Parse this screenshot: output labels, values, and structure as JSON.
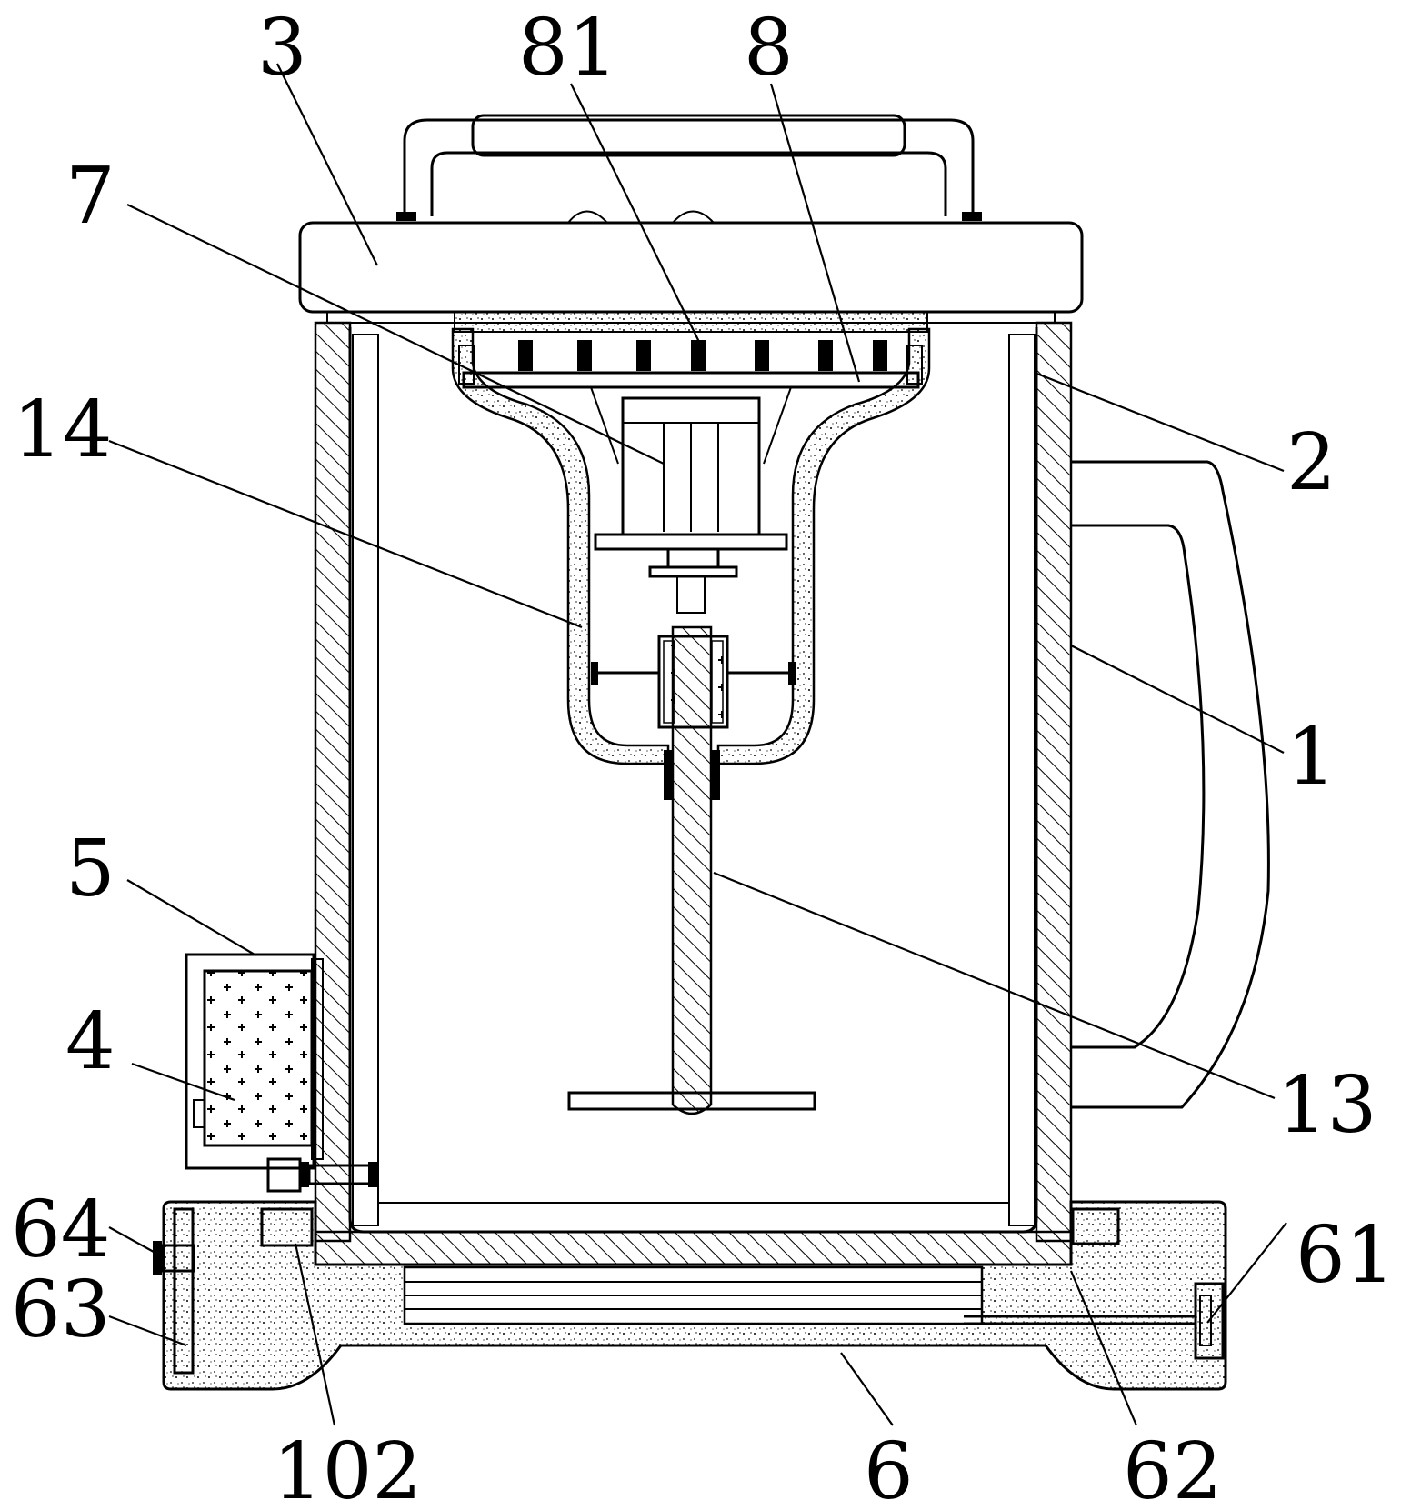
{
  "callouts": [
    {
      "id": "3",
      "text": "3"
    },
    {
      "id": "81",
      "text": "81"
    },
    {
      "id": "8",
      "text": "8"
    },
    {
      "id": "7",
      "text": "7"
    },
    {
      "id": "14",
      "text": "14"
    },
    {
      "id": "2",
      "text": "2"
    },
    {
      "id": "1",
      "text": "1"
    },
    {
      "id": "5",
      "text": "5"
    },
    {
      "id": "4",
      "text": "4"
    },
    {
      "id": "13",
      "text": "13"
    },
    {
      "id": "64",
      "text": "64"
    },
    {
      "id": "63",
      "text": "63"
    },
    {
      "id": "61",
      "text": "61"
    },
    {
      "id": "102",
      "text": "102"
    },
    {
      "id": "6",
      "text": "6"
    },
    {
      "id": "62",
      "text": "62"
    }
  ],
  "colors": {
    "stroke": "#000000",
    "background": "#ffffff"
  }
}
